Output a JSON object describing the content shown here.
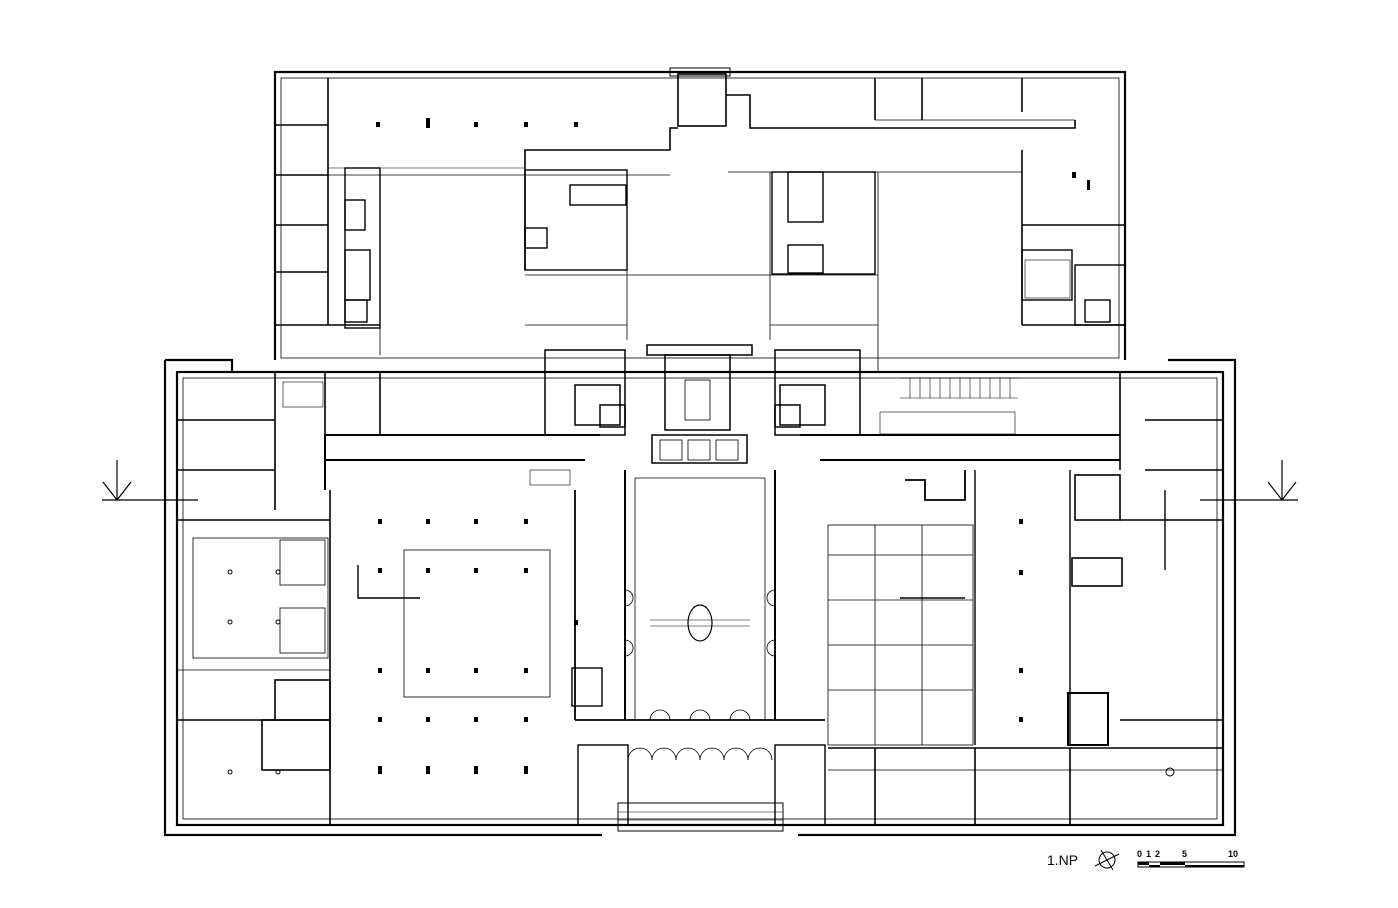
{
  "drawing": {
    "floor_label": "1.NP",
    "scale_bar": {
      "ticks": [
        "0",
        "1",
        "2",
        "5",
        "10"
      ],
      "unit_values": [
        0,
        1,
        2,
        5,
        10
      ]
    },
    "section_marker_icon": "section-arrow-icon",
    "north_arrow_icon": "north-arrow-icon",
    "line_color": "#000000",
    "background": "#ffffff"
  }
}
